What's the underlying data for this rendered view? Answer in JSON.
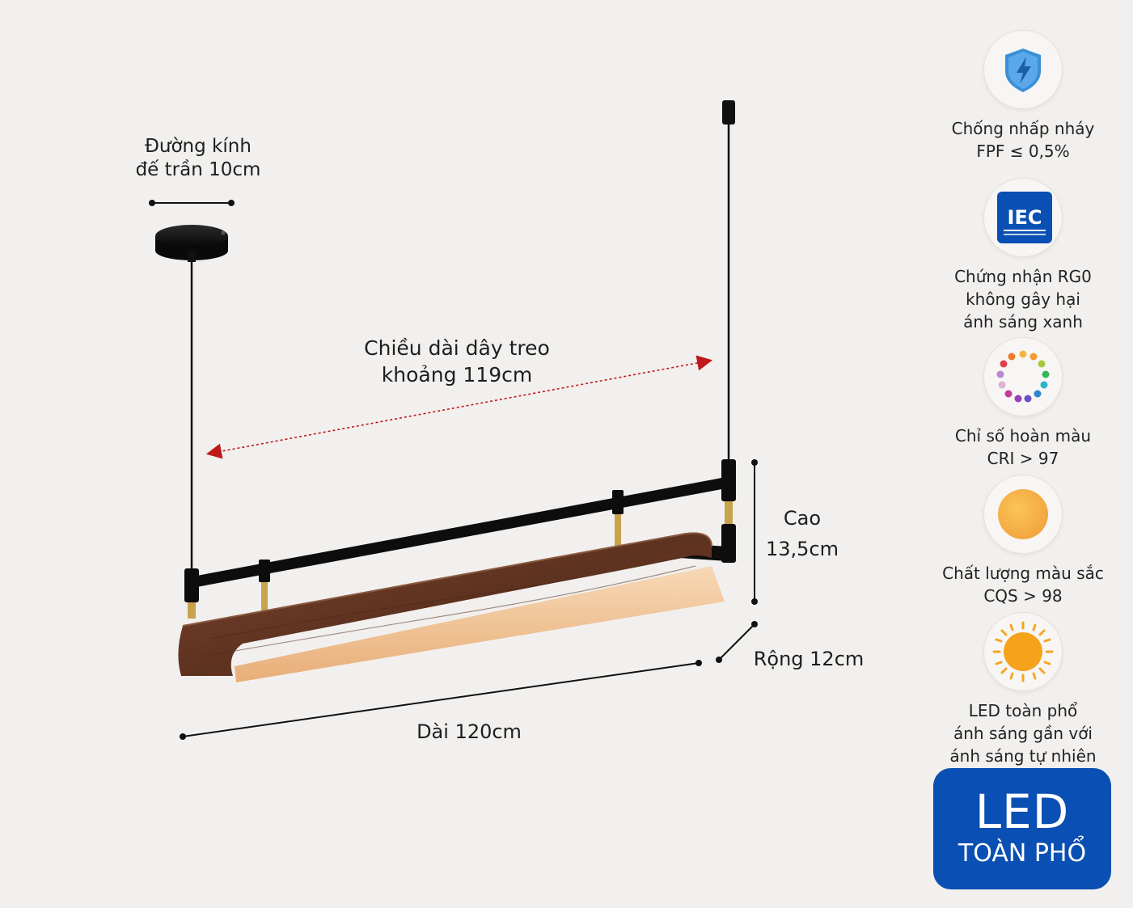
{
  "colors": {
    "background": "#f2f0ee",
    "badge_blue": "#0a4fb3",
    "arrow_red": "#c0181b",
    "wood": "#6a3a24",
    "glow": "#f3c79a"
  },
  "diagram": {
    "canopy_label": [
      "Đường kính",
      "đế trần 10cm"
    ],
    "cable_label": [
      "Chiều dài dây treo",
      "khoảng 119cm"
    ],
    "height_label": [
      "Cao",
      "13,5cm"
    ],
    "width_label": "Rộng 12cm",
    "length_label": "Dài 120cm"
  },
  "features": [
    {
      "icon": "shield-lightning-icon",
      "lines": [
        "Chống nhấp nháy",
        "FPF ≤ 0,5%"
      ]
    },
    {
      "icon": "iec-logo-icon",
      "icon_text": "IEC",
      "lines": [
        "Chứng nhận RG0",
        "không gây hại",
        "ánh sáng xanh"
      ]
    },
    {
      "icon": "color-ring-icon",
      "lines": [
        "Chỉ số hoàn màu",
        "CRI > 97"
      ]
    },
    {
      "icon": "orange-circle-icon",
      "lines": [
        "Chất lượng màu sắc",
        "CQS > 98"
      ]
    },
    {
      "icon": "sun-icon",
      "lines": [
        "LED toàn phổ",
        "ánh sáng gần với",
        "ánh sáng tự nhiên"
      ]
    }
  ],
  "badge": {
    "big": "LED",
    "small": "TOÀN PHỔ"
  }
}
